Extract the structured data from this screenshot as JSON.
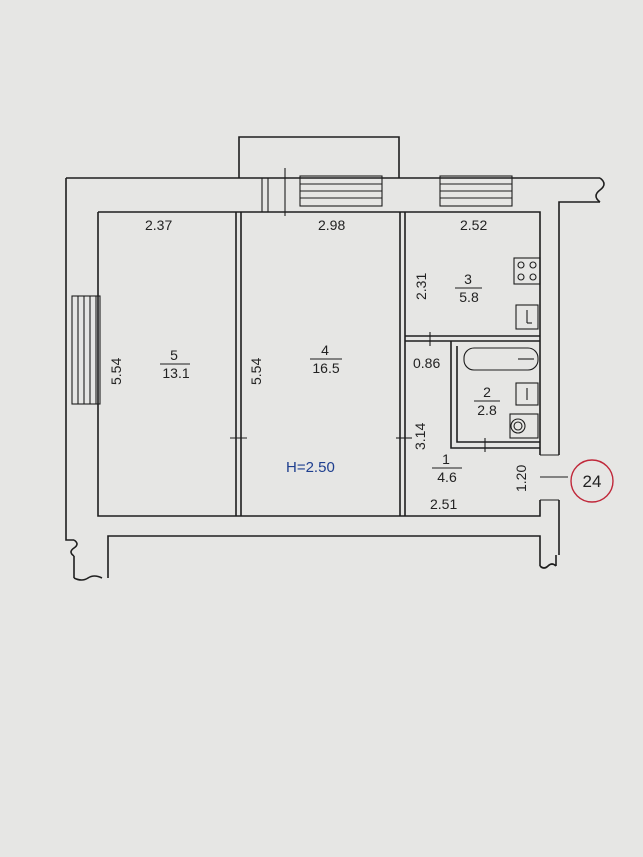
{
  "plan": {
    "ceiling_height": "H=2.50",
    "apartment_number": "24",
    "accent_color": "#1f3f8f",
    "circle_color": "#c0283a",
    "rooms": [
      {
        "id": "room-5",
        "number": "5",
        "area": "13.1"
      },
      {
        "id": "room-4",
        "number": "4",
        "area": "16.5"
      },
      {
        "id": "room-3",
        "number": "3",
        "area": "5.8"
      },
      {
        "id": "room-2",
        "number": "2",
        "area": "2.8"
      },
      {
        "id": "room-1",
        "number": "1",
        "area": "4.6"
      }
    ],
    "dimensions": {
      "room5_width": "2.37",
      "room4_width": "2.98",
      "room3_width": "2.52",
      "room5_length": "5.54",
      "room4_length": "5.54",
      "room3_length": "2.31",
      "bath_width": "0.86",
      "hall_length": "3.14",
      "hall_width": "2.51",
      "entry_width": "1.20"
    },
    "icons": [
      "stove-icon",
      "sink-icon",
      "bathtub-icon",
      "washbasin-icon",
      "toilet-icon"
    ]
  }
}
